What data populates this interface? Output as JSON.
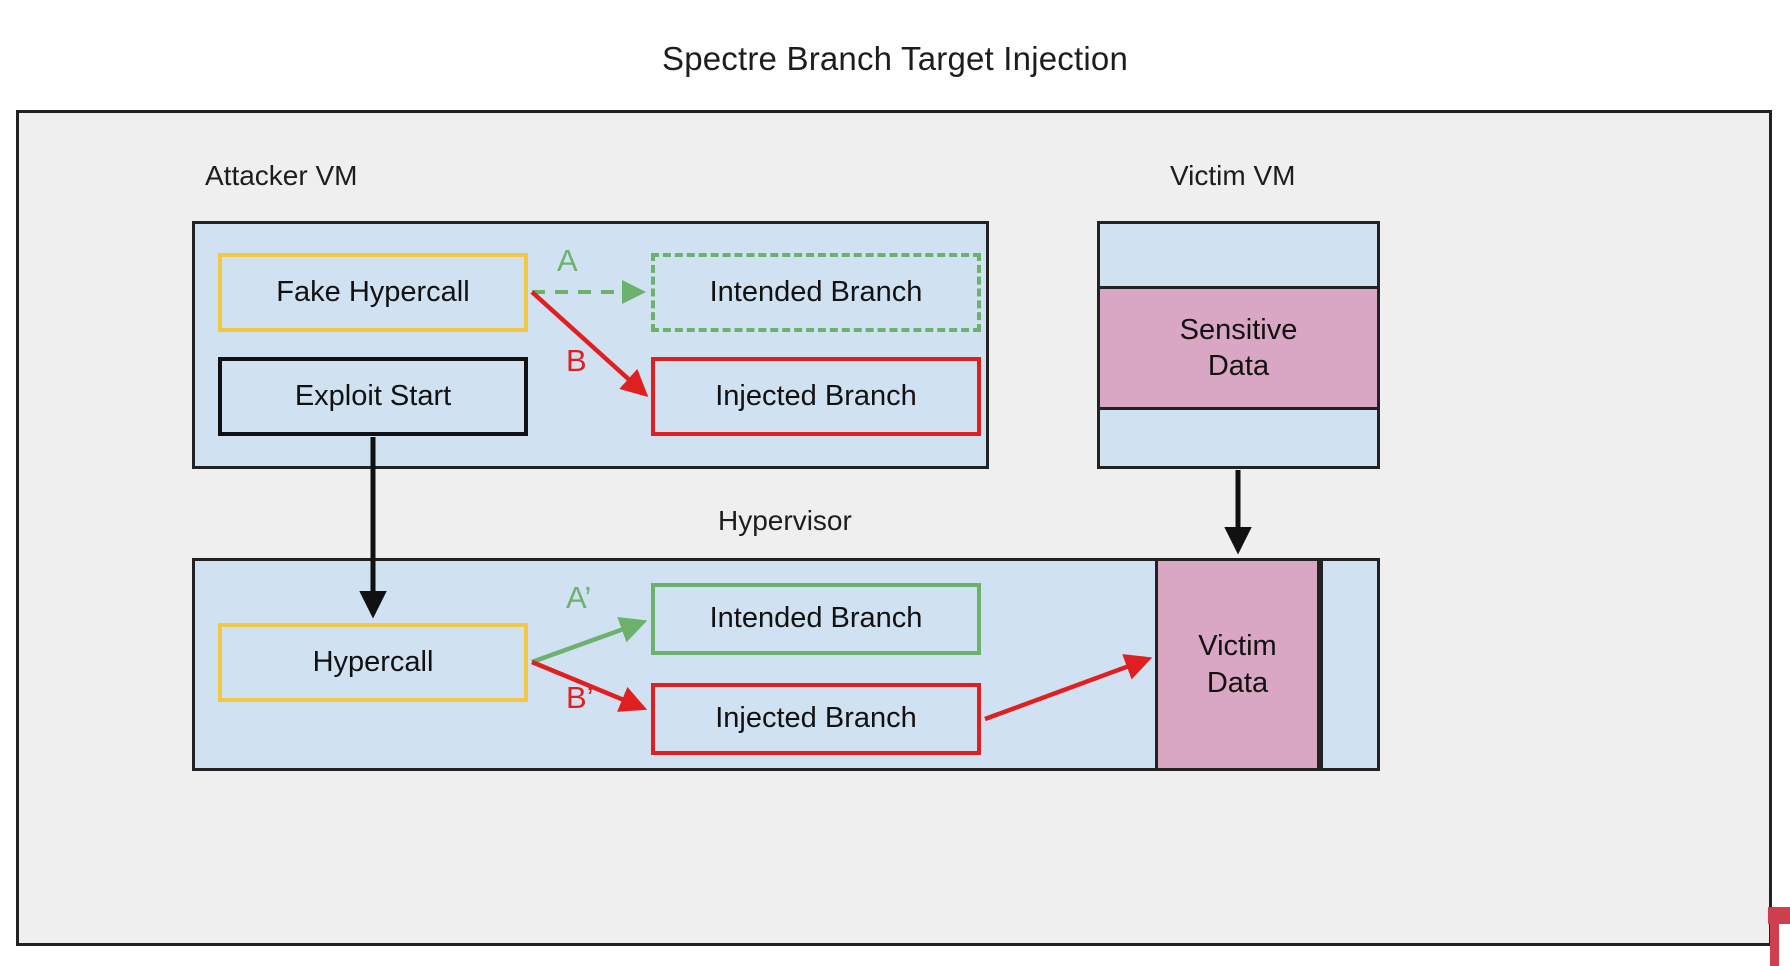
{
  "title": "Spectre Branch Target Injection",
  "colors": {
    "frame_background": "#efefef",
    "container_fill": "#d0e1f2",
    "data_fill": "#d9a7c3",
    "gold": "#f2c744",
    "red": "#e02020",
    "green": "#6cb26c",
    "black": "#111111",
    "stray_marker": "#cf3f4f"
  },
  "groups": {
    "attacker_vm": {
      "caption": "Attacker VM",
      "nodes": {
        "fake_hypercall": "Fake Hypercall",
        "exploit_start": "Exploit Start",
        "intended_branch": "Intended Branch",
        "injected_branch": "Injected Branch"
      },
      "edges": {
        "a": "A",
        "b": "B"
      }
    },
    "victim_vm": {
      "caption": "Victim VM",
      "nodes": {
        "sensitive_data": "Sensitive\nData"
      }
    },
    "hypervisor": {
      "caption": "Hypervisor",
      "nodes": {
        "hypercall": "Hypercall",
        "intended_branch": "Intended Branch",
        "injected_branch": "Injected Branch",
        "victim_data": "Victim\nData"
      },
      "edges": {
        "a_prime": "A’",
        "b_prime": "B’"
      }
    }
  }
}
